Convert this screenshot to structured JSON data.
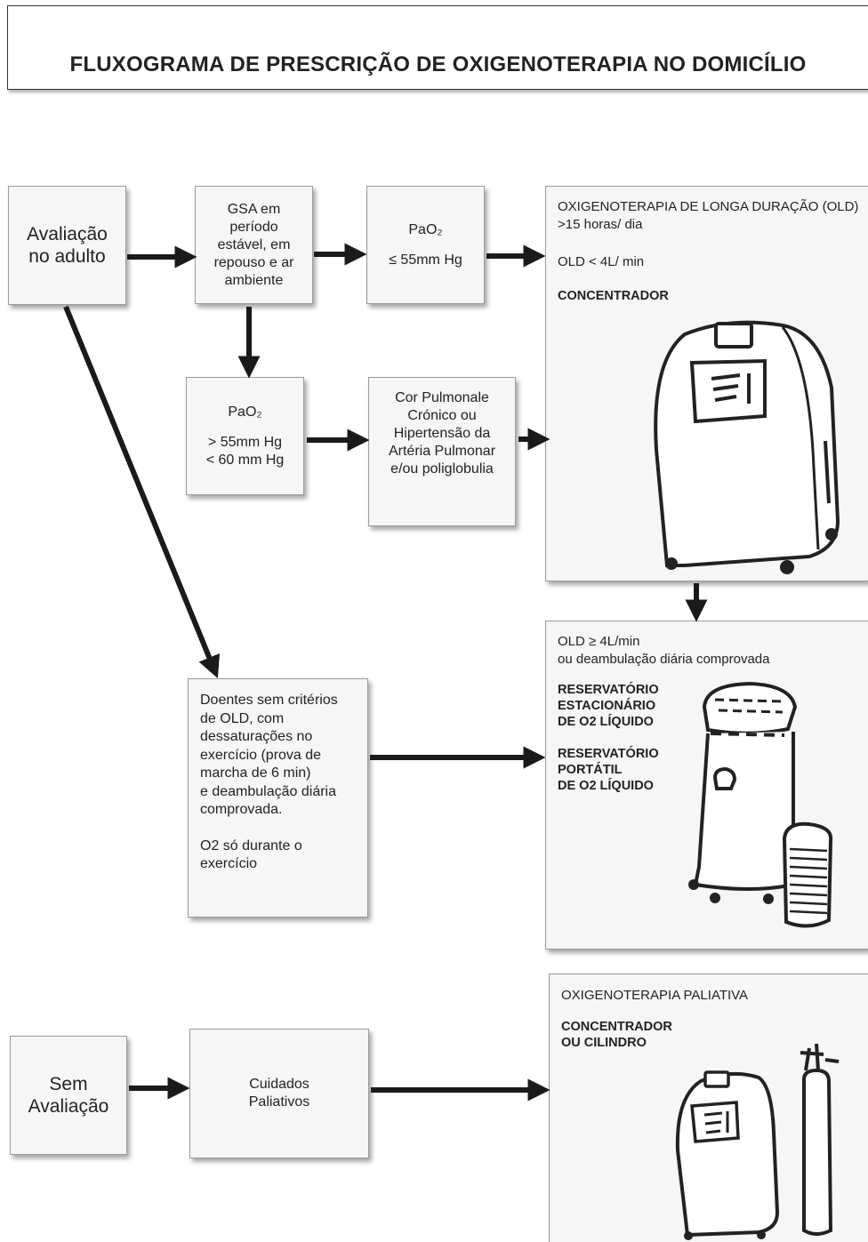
{
  "title": "FLUXOGRAMA DE PRESCRIÇÃO DE OXIGENOTERAPIA NO DOMICÍLIO",
  "boxes": {
    "avaliacao": [
      "Avaliação",
      "no adulto"
    ],
    "gsa": [
      "GSA em",
      "período",
      "estável, em",
      "repouso e ar",
      "ambiente"
    ],
    "pao2_low": {
      "label": "PaO₂",
      "value": "≤ 55mm Hg"
    },
    "pao2_mid": {
      "label": "PaO₂",
      "value1": "> 55mm Hg",
      "value2": "< 60 mm Hg"
    },
    "cor_pulmonale": [
      "Cor Pulmonale",
      "Crónico ou",
      "Hipertensão da",
      "Artéria Pulmonar",
      "e/ou poliglobulia"
    ],
    "old": {
      "line1": "OXIGENOTERAPIA DE LONGA DURAÇÃO (OLD)",
      "line2": ">15 horas/ dia",
      "line3": "OLD < 4L/ min",
      "device": "CONCENTRADOR"
    },
    "liquid": {
      "line1": "OLD ≥ 4L/min",
      "line2": "ou deambulação diária comprovada",
      "device1": [
        "RESERVATÓRIO",
        "ESTACIONÁRIO",
        "DE O2 LÍQUIDO"
      ],
      "device2": [
        "RESERVATÓRIO",
        "PORTÁTIL",
        "DE O2 LÍQUIDO"
      ]
    },
    "doentes": {
      "lines": [
        "Doentes sem critérios",
        "de OLD, com",
        "dessaturações no",
        "exercício (prova de",
        "marcha de 6 min)",
        "e deambulação diária",
        "comprovada."
      ],
      "note": [
        "O2 só durante o",
        "exercício"
      ]
    },
    "sem_avaliacao": [
      "Sem",
      "Avaliação"
    ],
    "cuidados": [
      "Cuidados",
      "Paliativos"
    ],
    "paliativa": {
      "line1": "OXIGENOTERAPIA PALIATIVA",
      "device": [
        "CONCENTRADOR",
        "OU CILINDRO"
      ]
    }
  }
}
